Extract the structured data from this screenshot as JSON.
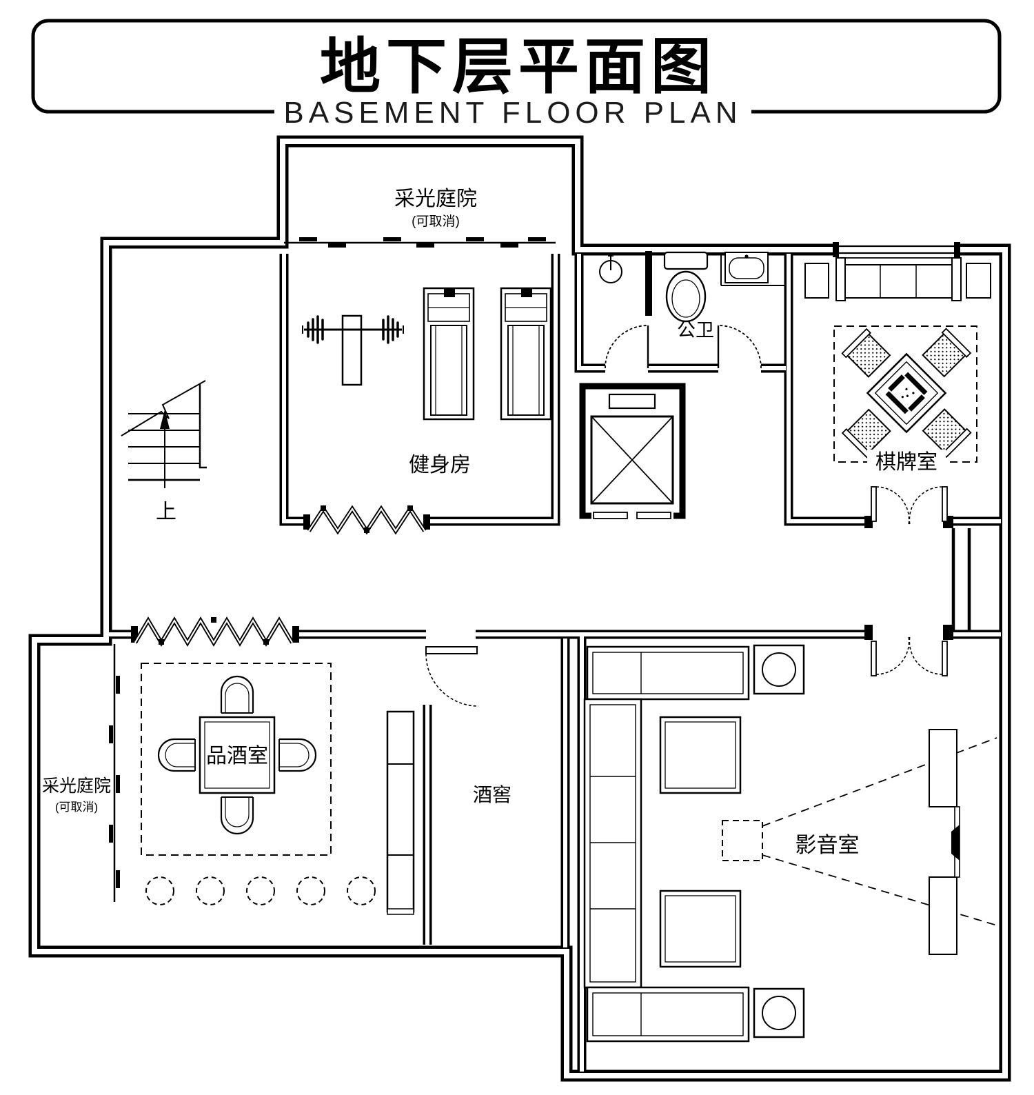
{
  "title": {
    "cn": "地下层平面图",
    "en": "BASEMENT FLOOR PLAN"
  },
  "rooms": {
    "courtyard_top": {
      "name": "采光庭院",
      "note": "(可取消)"
    },
    "gym": {
      "name": "健身房"
    },
    "bathroom": {
      "name": "公卫"
    },
    "chess_room": {
      "name": "棋牌室"
    },
    "stairs": {
      "up": "上"
    },
    "wine_tasting": {
      "name": "品酒室"
    },
    "courtyard_left": {
      "name": "采光庭院",
      "note": "(可取消)"
    },
    "wine_cellar": {
      "name": "酒窖"
    },
    "media_room": {
      "name": "影音室"
    }
  },
  "colors": {
    "line": "#000000",
    "background": "#ffffff"
  }
}
